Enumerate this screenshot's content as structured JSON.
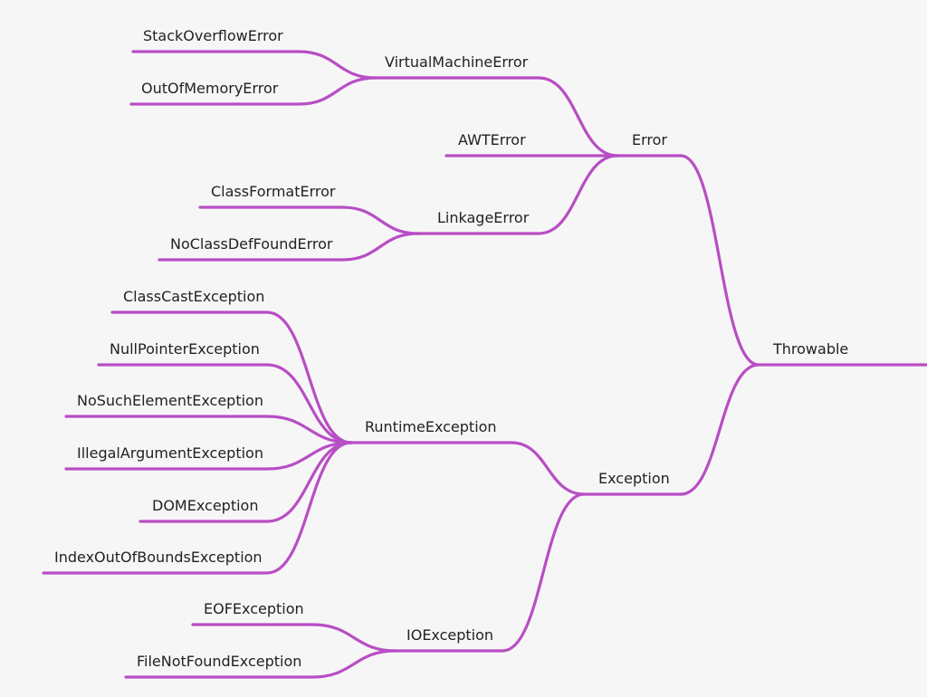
{
  "diagram": {
    "type": "mind-map",
    "line_color": "#b84ec4",
    "background": "#f7f6f7",
    "nodes": [
      {
        "id": "throwable",
        "label": "Throwable",
        "parent": null
      },
      {
        "id": "error",
        "label": "Error",
        "parent": "throwable"
      },
      {
        "id": "exception",
        "label": "Exception",
        "parent": "throwable"
      },
      {
        "id": "vme",
        "label": "VirtualMachineError",
        "parent": "error"
      },
      {
        "id": "awt",
        "label": "AWTError",
        "parent": "error"
      },
      {
        "id": "linkage",
        "label": "LinkageError",
        "parent": "error"
      },
      {
        "id": "soe",
        "label": "StackOverflowError",
        "parent": "vme"
      },
      {
        "id": "oom",
        "label": "OutOfMemoryError",
        "parent": "vme"
      },
      {
        "id": "cfe",
        "label": "ClassFormatError",
        "parent": "linkage"
      },
      {
        "id": "ncdf",
        "label": "NoClassDefFoundError",
        "parent": "linkage"
      },
      {
        "id": "runtime",
        "label": "RuntimeException",
        "parent": "exception"
      },
      {
        "id": "io",
        "label": "IOException",
        "parent": "exception"
      },
      {
        "id": "cce",
        "label": "ClassCastException",
        "parent": "runtime"
      },
      {
        "id": "npe",
        "label": "NullPointerException",
        "parent": "runtime"
      },
      {
        "id": "nse",
        "label": "NoSuchElementException",
        "parent": "runtime"
      },
      {
        "id": "iae",
        "label": "IllegalArgumentException",
        "parent": "runtime"
      },
      {
        "id": "dom",
        "label": "DOMException",
        "parent": "runtime"
      },
      {
        "id": "ioobe",
        "label": "IndexOutOfBoundsException",
        "parent": "runtime"
      },
      {
        "id": "eof",
        "label": "EOFException",
        "parent": "io"
      },
      {
        "id": "fnf",
        "label": "FileNotFoundException",
        "parent": "io"
      }
    ]
  }
}
